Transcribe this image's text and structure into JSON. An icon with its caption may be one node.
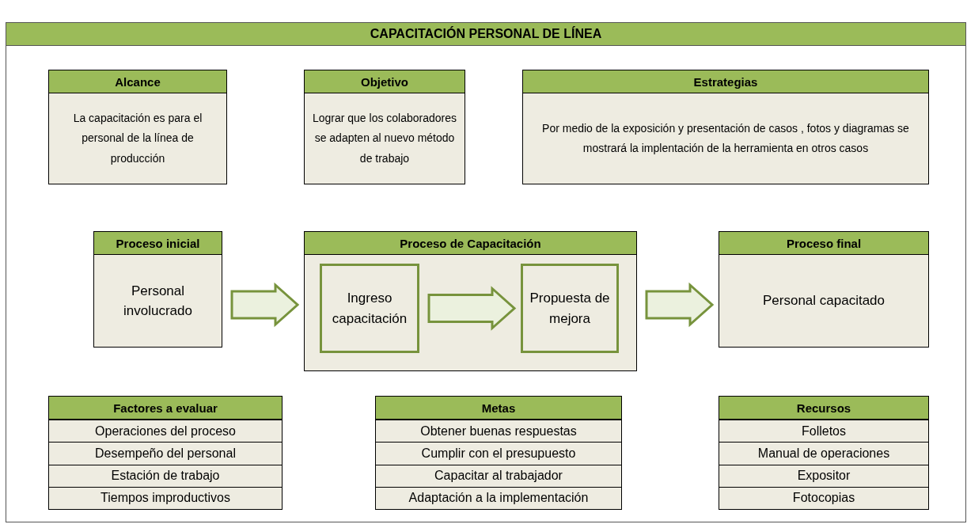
{
  "diagram": {
    "title": "CAPACITACIÓN PERSONAL DE LÍNEA",
    "nodes": [
      {
        "text": [
          "Alcance",
          "La capacitación es para el personal de la línea de producción"
        ]
      },
      {
        "text": [
          "Objetivo",
          "Lograr que los colaboradores se adapten al nuevo método de trabajo"
        ]
      },
      {
        "text": [
          "Estrategias",
          "Por medio de la exposición y presentación de casos , fotos y diagramas se mostrará la implentación de la herramienta en otros casos"
        ]
      },
      {
        "text": [
          "Proceso inicial",
          "Personal involucrado"
        ]
      },
      {
        "text": [
          "Proceso de Capacitación"
        ]
      },
      {
        "text": [
          "Ingreso capacitación"
        ],
        "in": 4
      },
      {
        "text": [
          "Propuesta de mejora"
        ],
        "in": 4
      },
      {
        "text": [
          "Proceso final",
          "Personal  capacitado"
        ]
      },
      {
        "text": [
          "Factores a evaluar",
          "Operaciones del proceso",
          "Desempeño del personal",
          "Estación de trabajo",
          "Tiempos improductivos"
        ]
      },
      {
        "text": [
          "Metas",
          "Obtener buenas respuestas",
          "Cumplir con el presupuesto",
          "Capacitar al trabajador",
          "Adaptación a la implementación"
        ]
      },
      {
        "text": [
          "Recursos",
          "Folletos",
          "Manual de operaciones",
          "Expositor",
          "Fotocopias"
        ]
      }
    ],
    "edges": [
      {
        "from": 3,
        "to": 4,
        "arrow": "to"
      },
      {
        "from": 5,
        "to": 6,
        "arrow": "to"
      },
      {
        "from": 4,
        "to": 7,
        "arrow": "to"
      }
    ]
  }
}
